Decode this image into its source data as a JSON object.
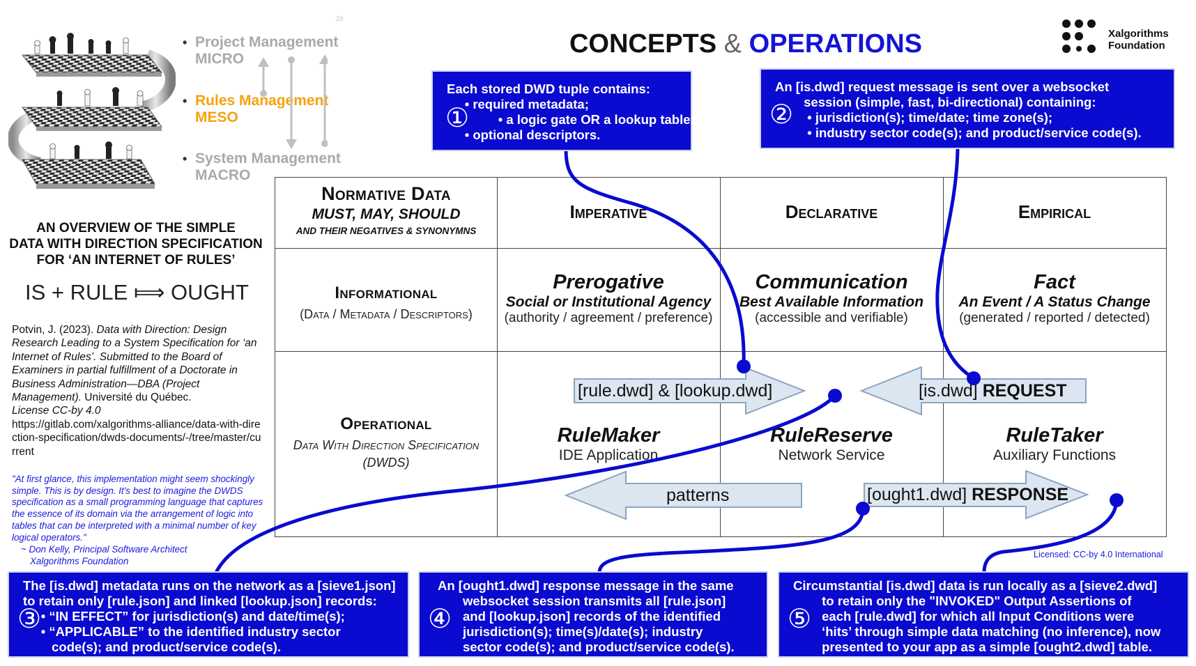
{
  "page_number": "23",
  "levels": [
    {
      "line1": "Project Management",
      "line2": "MICRO"
    },
    {
      "line1": "Rules Management",
      "line2": "MESO"
    },
    {
      "line1": "System Management",
      "line2": "MACRO"
    }
  ],
  "title": {
    "part1": "CONCEPTS",
    "part2": "&",
    "part3": "OPERATIONS"
  },
  "logo": {
    "line1": "Xalgorithms",
    "line2": "Foundation"
  },
  "overview": {
    "line1": "AN OVERVIEW OF THE SIMPLE",
    "line2": "DATA WITH DIRECTION SPECIFICATION",
    "line3": "FOR ‘AN INTERNET OF RULES’"
  },
  "formula": "IS + RULE ⟾ OUGHT",
  "citation": {
    "author": "Potvin, J. (2023). ",
    "title": "Data with Direction: Design Research Leading to a System Specification for ‘an Internet of Rules’. Submitted  to the Board of Examiners in partial fulfillment of a Doctorate in Business Administration—DBA (Project Management).",
    "institution": " Université du Québec.",
    "license": "License CC-by 4.0",
    "url": "https://gitlab.com/xalgorithms-alliance/data-with-direction-specification/dwds-documents/-/tree/master/current"
  },
  "quote": {
    "text": "\"At first glance, this implementation might seem shockingly simple. This is by design. It's best to imagine the DWDS specification as a small programming language that captures the essence of its domain via the arrangement of logic into tables that can be interpreted with a minimal number of key logical operators.\"",
    "attr1": "~ Don Kelly, Principal Software Architect",
    "attr2": "Xalgorithms Foundation"
  },
  "grid": {
    "row1": {
      "col0": {
        "title": "Normative Data",
        "sub": "MUST, MAY, SHOULD",
        "tiny": "AND THEIR NEGATIVES & SYNONYMNS"
      },
      "col1": "Imperative",
      "col2": "Declarative",
      "col3": "Empirical"
    },
    "row2": {
      "col0": {
        "title": "Informational",
        "sub": "(Data / Metadata / Descriptors)"
      },
      "col1": {
        "title": "Prerogative",
        "sub": "Social or Institutional Agency",
        "detail": "(authority / agreement / preference)"
      },
      "col2": {
        "title": "Communication",
        "sub": "Best Available Information",
        "detail": "(accessible and verifiable)"
      },
      "col3": {
        "title": "Fact",
        "sub": "An Event / A Status Change",
        "detail": "(generated / reported / detected)"
      }
    },
    "row3": {
      "col0": {
        "title": "Operational",
        "sub": "Data With Direction Specification",
        "detail": "(DWDS)"
      },
      "col1": {
        "title": "RuleMaker",
        "sub": "IDE  Application"
      },
      "col2": {
        "title": "RuleReserve",
        "sub": "Network Service"
      },
      "col3": {
        "title": "RuleTaker",
        "sub": "Auxiliary Functions"
      }
    }
  },
  "arrows": {
    "rule_lookup": "[rule.dwd] & [lookup.dwd]",
    "request_a": "[is.dwd] ",
    "request_b": "REQUEST",
    "patterns": "patterns",
    "response_a": "[ought1.dwd] ",
    "response_b": "RESPONSE"
  },
  "boxes": {
    "b1": {
      "num": "①",
      "lines": [
        "Each stored DWD tuple contains:",
        "     • required metadata;",
        "     • a logic gate OR a lookup table;",
        "     • optional descriptors."
      ]
    },
    "b2": {
      "num": "②",
      "lines": [
        "An [is.dwd] request message is sent over a websocket",
        "        session (simple, fast, bi-directional) containing:",
        "         • jurisdiction(s); time/date; time zone(s);",
        "         • industry sector code(s); and product/service code(s)."
      ]
    },
    "b3": {
      "num": "③",
      "lines": [
        "The [is.dwd] metadata runs on the network as a [sieve1.json]",
        "to retain only [rule.json] and linked [lookup.json] records:",
        "     • “IN EFFECT” for jurisdiction(s) and date/time(s);",
        "     • “APPLICABLE” to the identified industry sector",
        "        code(s); and product/service code(s)."
      ]
    },
    "b4": {
      "num": "④",
      "lines": [
        "An [ought1.dwd] response message in the same",
        "       websocket session transmits all [rule.json]",
        "       and [lookup.json] records of the identified",
        "       jurisdiction(s); time(s)/date(s); industry",
        "       sector code(s); and product/service code(s)."
      ]
    },
    "b5": {
      "num": "⑤",
      "lines": [
        "Circumstantial [is.dwd] data is run locally as a [sieve2.dwd]",
        "        to retain only the \"INVOKED\" Output Assertions of",
        "        each [rule.dwd] for which all Input Conditions were",
        "        ‘hits’ through simple data matching (no inference), now",
        "        presented to your app as a simple [ought2.dwd] table."
      ]
    }
  },
  "licensed": "Licensed: CC-by 4.0 International",
  "colors": {
    "box_blue": "#0a0ad0",
    "title_blue": "#1414d4",
    "meso_orange": "#f5a20e",
    "arrow_fill": "#dce6f0",
    "arrow_stroke": "#8aa4c0"
  }
}
